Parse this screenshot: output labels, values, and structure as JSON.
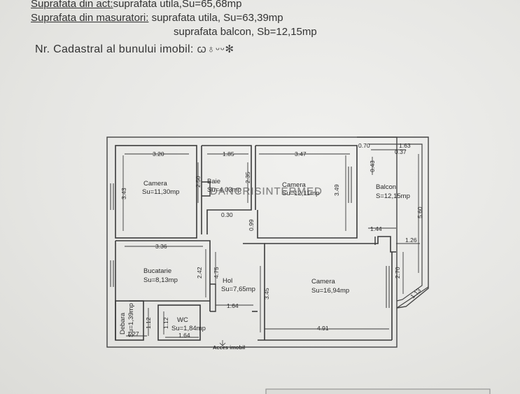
{
  "header": {
    "line1_label": "Suprafata din act:",
    "line1_value": "suprafata utila,Su=65,68mp",
    "line2_label": "Suprafata din masuratori:",
    "line2_value": " suprafata utila, Su=63,39mp",
    "line3_value": "suprafata balcon, Sb=12,15mp",
    "line4_label": "Nr. Cadastral al bunului imobil: "
  },
  "plan": {
    "rooms": {
      "camera1": {
        "name": "Camera",
        "area": "Su=11,30mp"
      },
      "baie": {
        "name": "Baie",
        "area": "Su=4,03mp"
      },
      "camera2": {
        "name": "Camera",
        "area": "Su=12,11mp"
      },
      "balcon": {
        "name": "Balcon",
        "area": "S=12,15mp"
      },
      "bucatarie": {
        "name": "Bucatarie",
        "area": "Su=8,13mp"
      },
      "hol": {
        "name": "Hol",
        "area": "Su=7,65mp"
      },
      "camera3": {
        "name": "Camera",
        "area": "Su=16,94mp"
      },
      "debara": {
        "name": "Debara",
        "area": "Su=1,39mp"
      },
      "wc": {
        "name": "WC",
        "area": "Su=1,84mp"
      }
    },
    "dims": {
      "d320": "3.20",
      "d185": "1.85",
      "d347": "3.47",
      "d070": "0.70",
      "d163": "1.63",
      "d037": "0.37",
      "d043": "0.43",
      "d343": "3.43",
      "d250": "2.50",
      "d235": "2.35",
      "d349": "3.49",
      "d560": "5.60",
      "d030": "0.30",
      "d099": "0.99",
      "d144": "1.44",
      "d126": "1.26",
      "d336": "3.36",
      "d242": "2.42",
      "d475": "4.75",
      "d270": "2.70",
      "d113": "1.13",
      "d345": "3.45",
      "d164a": "1.64",
      "d112a": "1.12",
      "d112b": "1.12",
      "d127": "1.27",
      "d164b": "1.64",
      "d491": "4.91"
    },
    "entrance": "Acces imobil",
    "watermark": "DANCRISINTERMED"
  }
}
